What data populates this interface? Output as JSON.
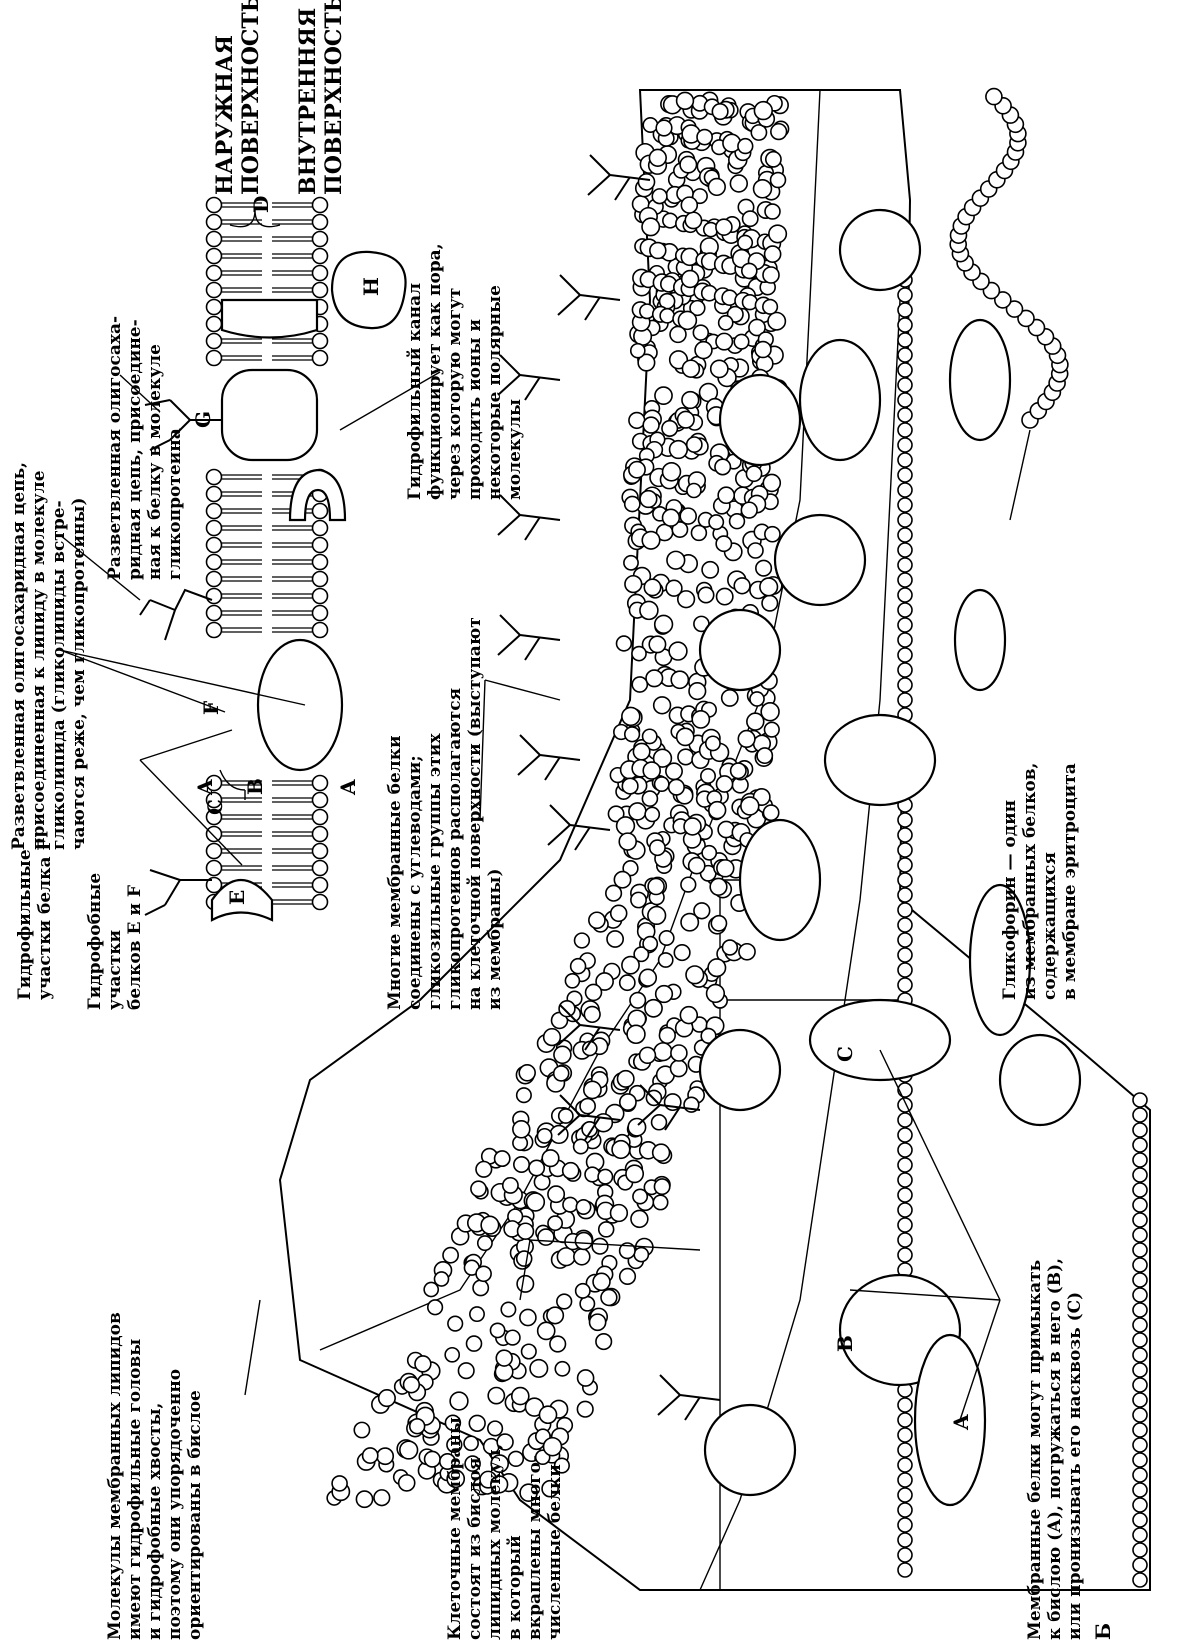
{
  "labels": {
    "surface_outer": "НАРУЖНАЯ\nПОВЕРХНОСТЬ",
    "surface_inner": "ВНУТРЕННЯЯ\nПОВЕРХНОСТЬ",
    "glycolipid_chain": "Разветвленная олигосахаридная цепь,\nприсоединенная к липиду в молекуле\nгликолипида (гликолипиды встре-\nчаются реже, чем гликопротеины)",
    "glycoprotein_chain": "Разветвленная олигосаха-\nридная цепь, присоедине-\nная к белку в молекуле\nгликопротеина",
    "hydrophilic_channel": "Гидрофильный канал\nфункционирует как пора,\nчерез которую могут\nпроходить ионы и\nнекоторые полярные\nмолекулы",
    "hydrophilic_f": "Гидрофильные\nучастки белка F",
    "hydrophobic_ef": "Гидрофобные\nучастки\nбелков E и F",
    "glycoproteins": "Многие мембранные белки\nсоединены с углеводами;\nгликозильные группы этих\nгликопротеинов располагаются\nна клеточной поверхности (выступают\nиз мембраны)",
    "glycophorin": "Гликофорин — один\nиз мембранных белков,\nсодержащихся\nв мембране эритроцита",
    "lipid_molecules": "Молекулы мембранных липидов\nимеют гидрофильные головы\nи гидрофобные хвосты,\nпоэтому они упорядоченно\nориентированы в бислое",
    "bilayer": "Клеточные мембраны\nсостоят из бислоя\nлипидных молекул,\nв который\nвкраплены много-\nчисленные белки",
    "protein_positions": "Мембранные белки могут примыкать\nк бислою (А), погружаться в него (В),\nили пронизывать его насквозь (С)",
    "panel_b": "Б"
  },
  "letters": {
    "A": "A",
    "B": "B",
    "C": "C",
    "D": "D",
    "E": "E",
    "F": "F",
    "G": "G",
    "H": "H",
    "A2": "A",
    "B2": "B",
    "C2": "C",
    "A3": "A"
  }
}
